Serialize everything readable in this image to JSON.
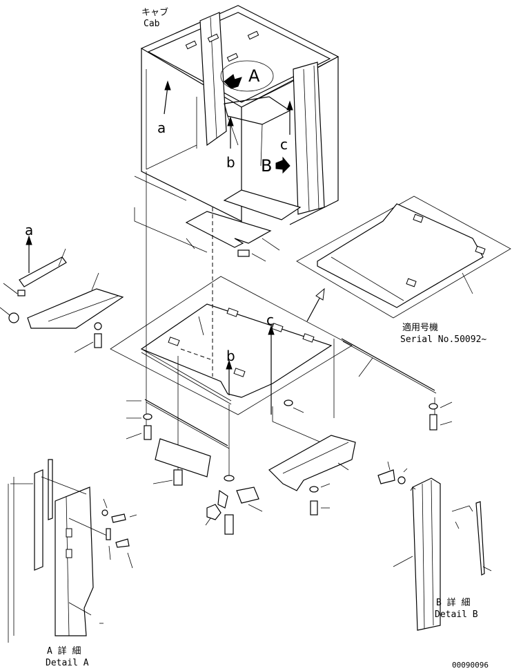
{
  "labels": {
    "cab_jp": "キャブ",
    "cab_en": "Cab",
    "callout_A": "A",
    "callout_B": "B",
    "lower_a": "a",
    "lower_b": "b",
    "lower_c": "c",
    "serial_jp": "適用号機",
    "serial_en": "Serial No.50092~",
    "detail_a_jp": "A 詳 細",
    "detail_a_en": "Detail A",
    "detail_b_jp": "B 詳 細",
    "detail_b_en": "Detail B",
    "figure_id": "00090096"
  }
}
